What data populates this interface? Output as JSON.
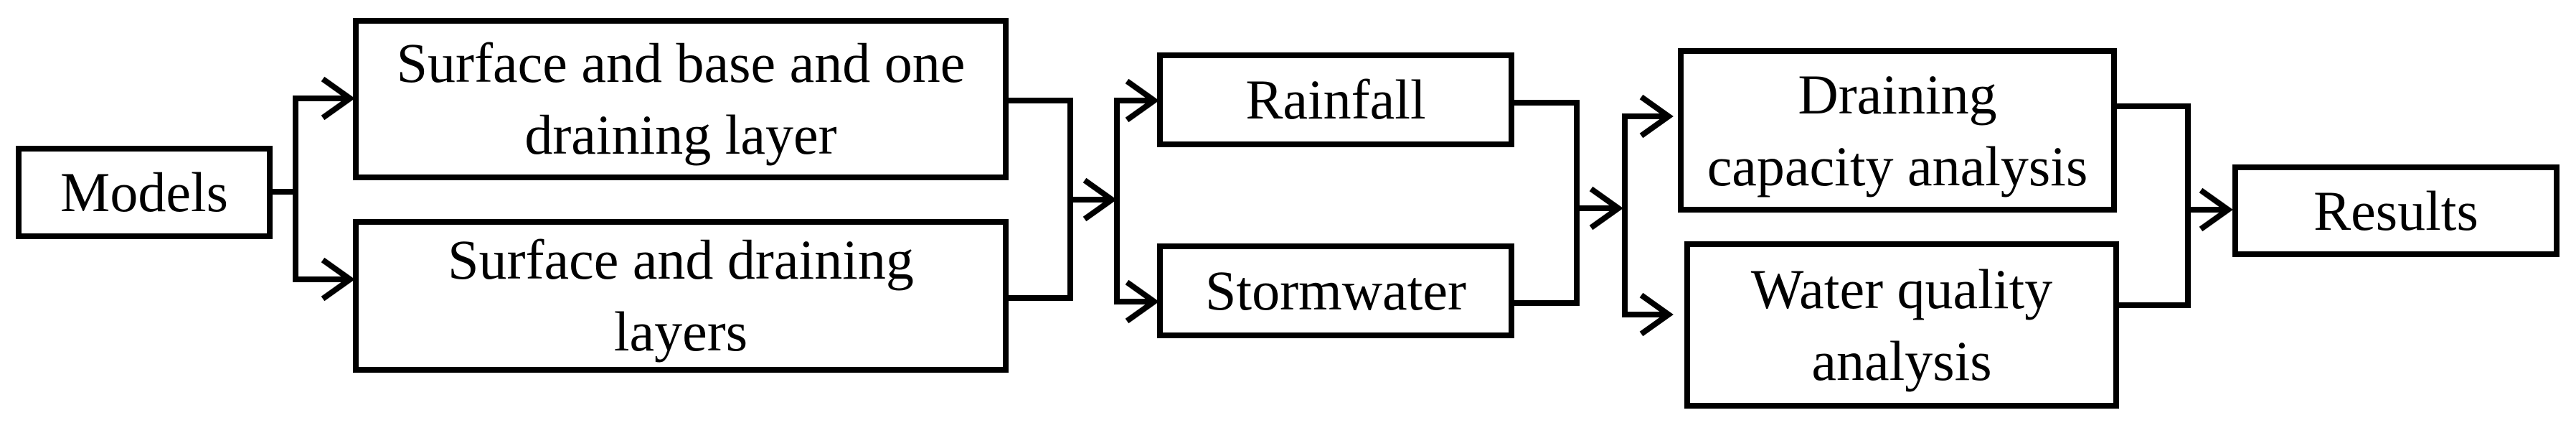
{
  "diagram": {
    "background_color": "#ffffff",
    "line_color": "#000000",
    "text_color": "#000000",
    "nodes": {
      "models": {
        "label": "Models"
      },
      "surface_base_one": {
        "label": "Surface and base and one draining layer",
        "lines": [
          "Surface and base and one",
          "draining layer"
        ]
      },
      "surface_draining": {
        "label": "Surface and draining layers",
        "lines": [
          "Surface and draining",
          "layers"
        ]
      },
      "rainfall": {
        "label": "Rainfall"
      },
      "stormwater": {
        "label": "Stormwater"
      },
      "draining_capacity": {
        "label": "Draining capacity analysis",
        "lines": [
          "Draining",
          "capacity analysis"
        ]
      },
      "water_quality": {
        "label": "Water quality analysis",
        "lines": [
          "Water quality",
          "analysis"
        ]
      },
      "results": {
        "label": "Results"
      }
    },
    "edges": [
      {
        "from": "models",
        "to": "surface_base_one"
      },
      {
        "from": "models",
        "to": "surface_draining"
      },
      {
        "from": "surface_base_one",
        "to": "rainfall"
      },
      {
        "from": "surface_base_one",
        "to": "stormwater"
      },
      {
        "from": "surface_draining",
        "to": "rainfall"
      },
      {
        "from": "surface_draining",
        "to": "stormwater"
      },
      {
        "from": "rainfall",
        "to": "draining_capacity"
      },
      {
        "from": "rainfall",
        "to": "water_quality"
      },
      {
        "from": "stormwater",
        "to": "draining_capacity"
      },
      {
        "from": "stormwater",
        "to": "water_quality"
      },
      {
        "from": "draining_capacity",
        "to": "results"
      },
      {
        "from": "water_quality",
        "to": "results"
      }
    ]
  }
}
